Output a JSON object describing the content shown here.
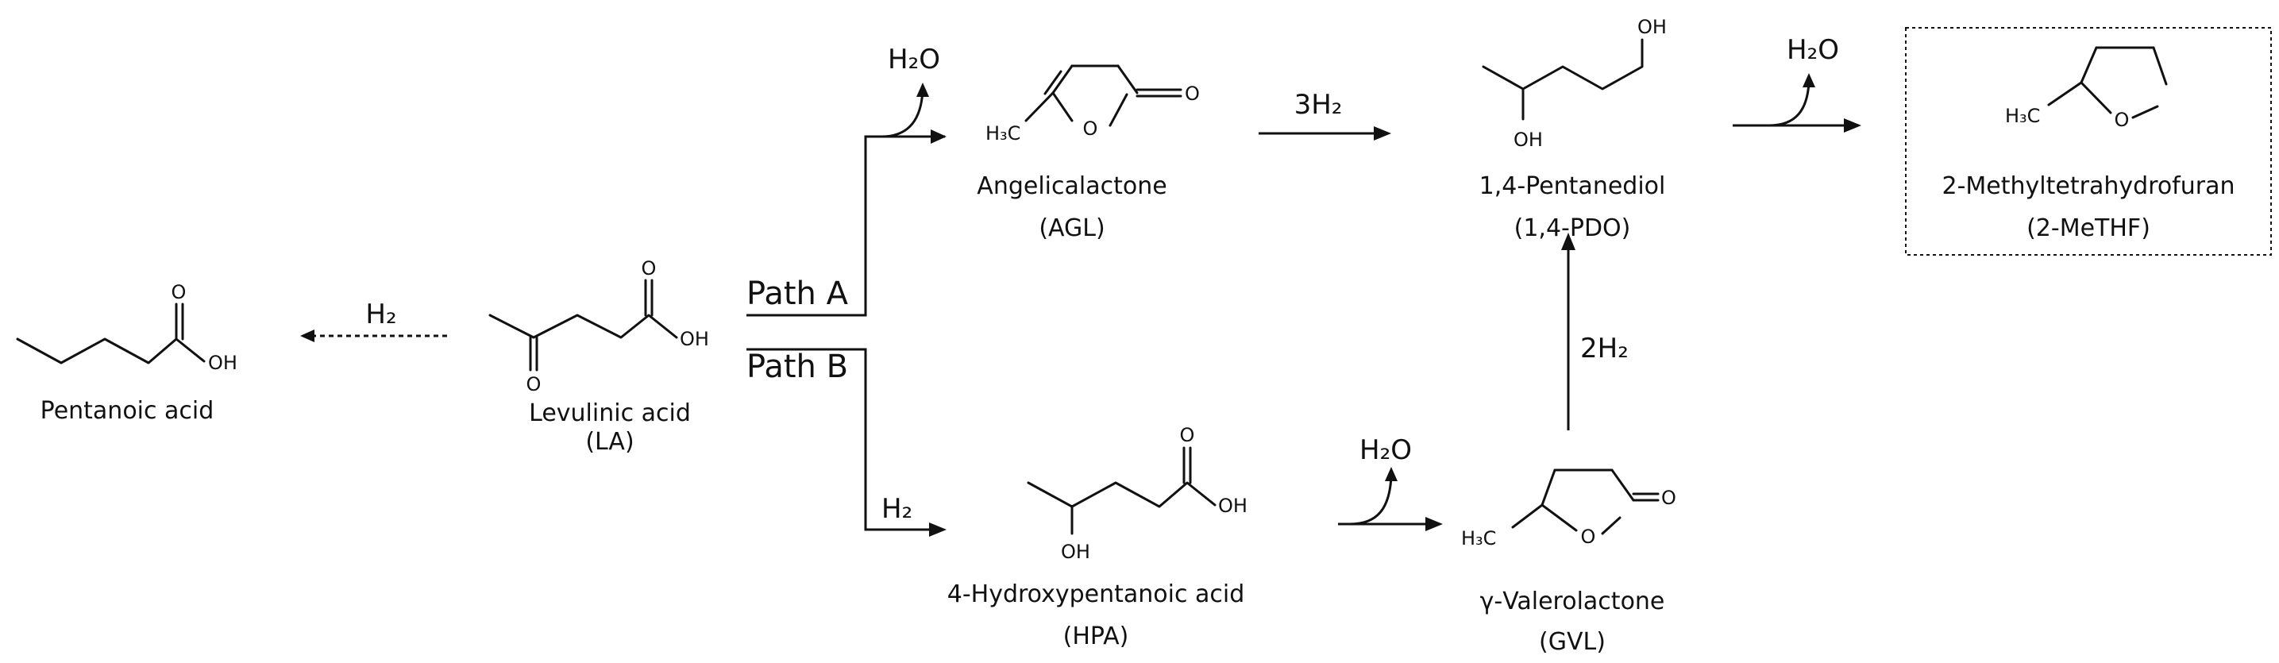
{
  "compounds": {
    "la": {
      "name": "Levulinic acid",
      "abbr": "(LA)"
    },
    "pentanoic": {
      "name": "Pentanoic acid"
    },
    "agl": {
      "name": "Angelicalactone",
      "abbr": "(AGL)"
    },
    "pdo": {
      "name": "1,4-Pentanediol",
      "abbr": "(1,4-PDO)"
    },
    "methf": {
      "name": "2-Methyltetrahydrofuran",
      "abbr": "(2-MeTHF)"
    },
    "hpa": {
      "name": "4-Hydroxypentanoic acid",
      "abbr": "(HPA)"
    },
    "gvl": {
      "name": "γ-Valerolactone",
      "abbr": "(GVL)"
    }
  },
  "paths": {
    "a": "Path A",
    "b": "Path B"
  },
  "reagents": {
    "h2": "H₂",
    "h2o": "H₂O",
    "three_h2": "3H₂",
    "two_h2": "2H₂"
  },
  "atoms": {
    "o": "O",
    "oh": "OH",
    "h3c": "H₃C"
  },
  "style": {
    "box_border": "dotted",
    "arrow_color": "#111111"
  }
}
